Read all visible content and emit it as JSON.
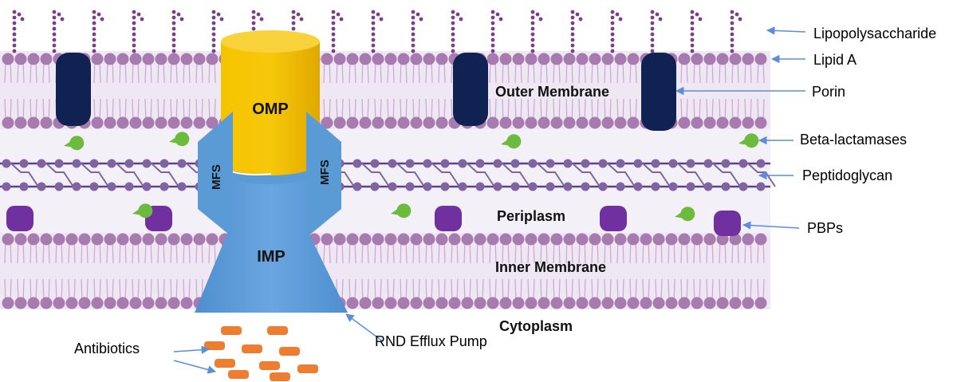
{
  "labels": {
    "lipopolysaccharide": "Lipopolysaccharide",
    "lipid_a": "Lipid A",
    "porin": "Porin",
    "beta_lactamases": "Beta-lactamases",
    "peptidoglycan": "Peptidoglycan",
    "pbps": "PBPs",
    "outer_membrane": "Outer Membrane",
    "periplasm": "Periplasm",
    "inner_membrane": "Inner Membrane",
    "cytoplasm": "Cytoplasm",
    "omp": "OMP",
    "imp": "IMP",
    "mfs_left": "MFS",
    "mfs_right": "MFS",
    "rnd_efflux_pump": "RND Efflux Pump",
    "antibiotics": "Antibiotics"
  },
  "colors": {
    "membrane_bg": "#efe7f3",
    "lipid_head": "#a77bb0",
    "lipid_tail": "#c7a9cf",
    "lps": "#7b3f8a",
    "porin": "#0f2252",
    "omp": "#f2b705",
    "pump_blue": "#5b9bd5",
    "pbp": "#7030a0",
    "beta_lactamase": "#6cbb3c",
    "antibiotic": "#ee7d2f",
    "peptidoglycan_node": "#8064a2",
    "peptidoglycan_link": "#5b4190",
    "arrow": "#5b8ed6"
  }
}
